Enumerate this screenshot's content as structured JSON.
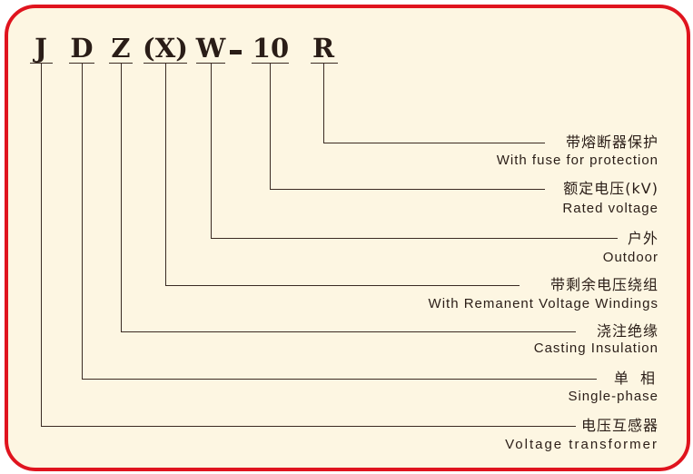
{
  "code": {
    "J": "J",
    "D": "D",
    "Z": "Z",
    "X": "(X)",
    "W": "W",
    "num": "10",
    "R": "R"
  },
  "items": [
    {
      "cn": "带熔断器保护",
      "en": "With fuse for protection"
    },
    {
      "cn": "额定电压(kV)",
      "en": "Rated voltage"
    },
    {
      "cn": "户外",
      "en": "Outdoor"
    },
    {
      "cn": "带剩余电压绕组",
      "en": "With Remanent Voltage Windings"
    },
    {
      "cn": "浇注绝缘",
      "en": "Casting Insulation"
    },
    {
      "cn": "单 相",
      "en": "Single-phase"
    },
    {
      "cn": "电压互感器",
      "en": "Voltage transformer"
    }
  ],
  "colors": {
    "border": "#e0141e",
    "background": "#fdf6e2",
    "text": "#2a1d17"
  }
}
